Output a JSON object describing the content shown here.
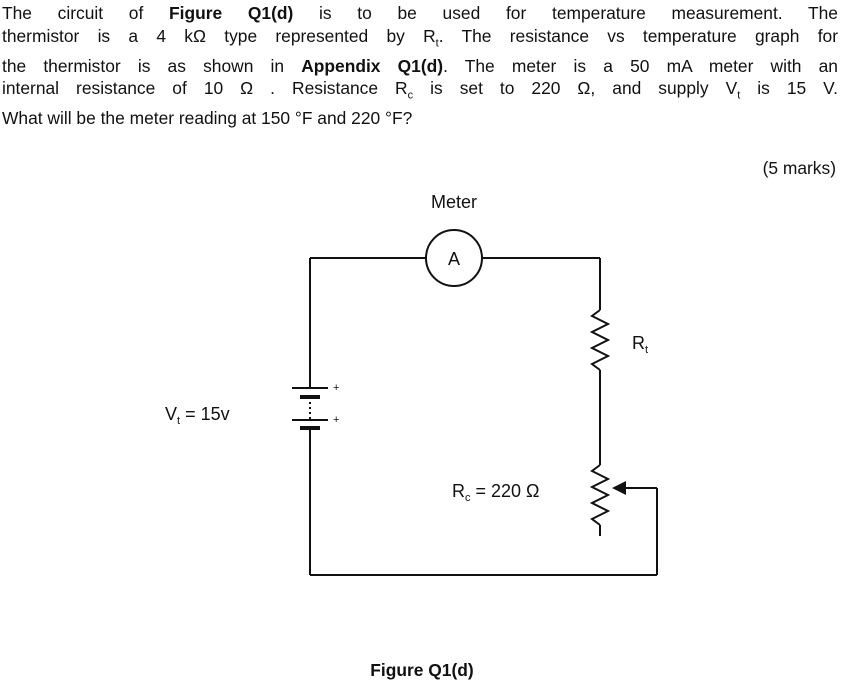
{
  "question": {
    "line1": {
      "pre": "The circuit of ",
      "bold": "Figure Q1(d)",
      "post": " is to be used for temperature measurement. The"
    },
    "line2": {
      "pre": "thermistor is a 4 kΩ type represented by R",
      "sub": "t",
      "post": ". The resistance vs temperature graph for"
    },
    "line3": {
      "pre": "the thermistor is as shown in ",
      "bold": "Appendix Q1(d)",
      "post": ". The meter is a 50 mA meter with an"
    },
    "line4": {
      "pre": "internal resistance of 10 Ω . Resistance R",
      "sub1": "c",
      "mid": " is set to 220 Ω, and supply V",
      "sub2": "t",
      "post": " is 15 V."
    },
    "line5": "What will be the meter reading at 150 °F and 220 °F?"
  },
  "marks": "(5 marks)",
  "circuit": {
    "meter_label": "Meter",
    "ammeter_symbol": "A",
    "thermistor_label": "R",
    "thermistor_sub": "t",
    "supply_label": "V",
    "supply_sub": "t",
    "supply_value": " = 15v",
    "rc_label": "R",
    "rc_sub": "c",
    "rc_value": " = 220 Ω",
    "battery_polarity": [
      "+",
      "+"
    ]
  },
  "caption": "Figure Q1(d)"
}
